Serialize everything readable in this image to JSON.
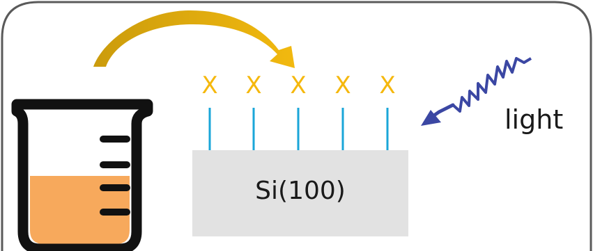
{
  "diagram": {
    "substrate_label": "Si(100)",
    "light_label": "light",
    "molecule_labels": [
      "X",
      "X",
      "X",
      "X",
      "X"
    ],
    "colors": {
      "frame": "#5a5a5a",
      "beaker_outline": "#111111",
      "liquid": "#f7a95c",
      "transfer_arrow": "#d4a10d",
      "molecule_label": "#f5b80d",
      "molecule_linker": "#1aa6d8",
      "substrate": "#e2e2e2",
      "light_wave": "#3b47a3"
    },
    "icons": [
      "beaker-icon",
      "transfer-arrow-icon",
      "light-wave-icon"
    ]
  }
}
